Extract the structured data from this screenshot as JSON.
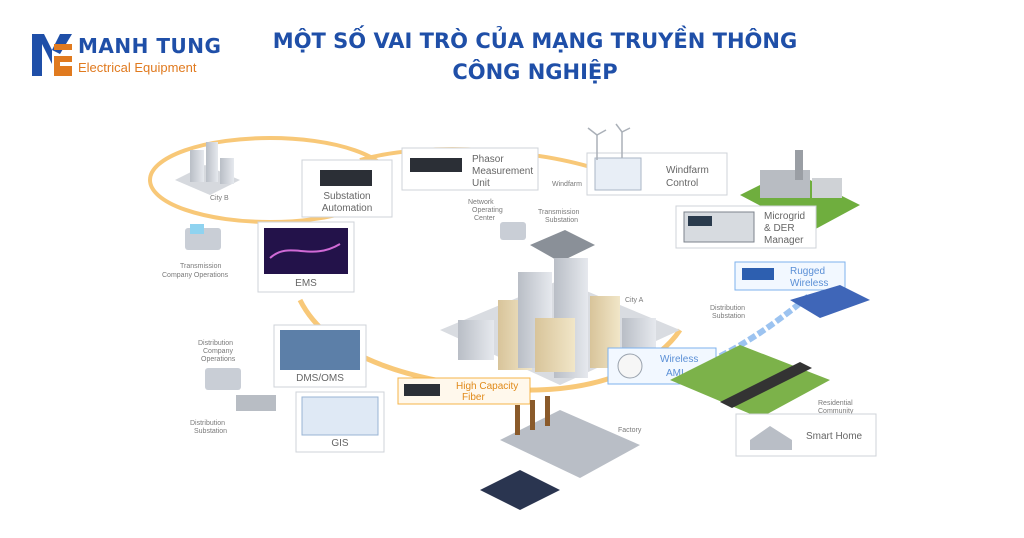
{
  "logo": {
    "name": "MANH TUNG",
    "tagline": "Electrical Equipment",
    "mark_color_a": "#1f4fa8",
    "mark_color_b": "#e07a1f"
  },
  "title": {
    "line1": "MỘT SỐ VAI TRÒ CỦA MẠNG TRUYỀN THÔNG",
    "line2": "CÔNG NGHIỆP"
  },
  "colors": {
    "title": "#1f4fa8",
    "accent_orange": "#f5b44a",
    "accent_blue": "#6aa6e8"
  },
  "diagram": {
    "cards": {
      "substation_automation": [
        "Substation",
        "Automation"
      ],
      "phasor": [
        "Phasor",
        "Measurement",
        "Unit"
      ],
      "windfarm": [
        "Windfarm",
        "Control"
      ],
      "microgrid": [
        "Microgrid",
        "& DER",
        "Manager"
      ],
      "ems": "EMS",
      "rugged_wireless": [
        "Rugged",
        "Wireless"
      ],
      "dms_oms": "DMS/OMS",
      "wireless_ami": [
        "Wireless",
        "AMI"
      ],
      "gis": "GIS",
      "high_capacity_fiber": [
        "High Capacity",
        "Fiber"
      ],
      "smart_home": "Smart Home"
    },
    "labels": {
      "city_b": "City B",
      "transmission_ops": [
        "Transmission",
        "Company Operations"
      ],
      "network_operating_center": [
        "Network",
        "Operating",
        "Center"
      ],
      "transmission_substation": [
        "Transmission",
        "Substation"
      ],
      "windfarm_small": "Windfarm",
      "city_a": "City A",
      "distribution_substation_right": [
        "Distribution",
        "Substation"
      ],
      "distribution_ops": [
        "Distribution",
        "Company",
        "Operations"
      ],
      "distribution_substation_left": [
        "Distribution",
        "Substation"
      ],
      "residential": [
        "Residential",
        "Community"
      ],
      "factory": "Factory"
    }
  }
}
